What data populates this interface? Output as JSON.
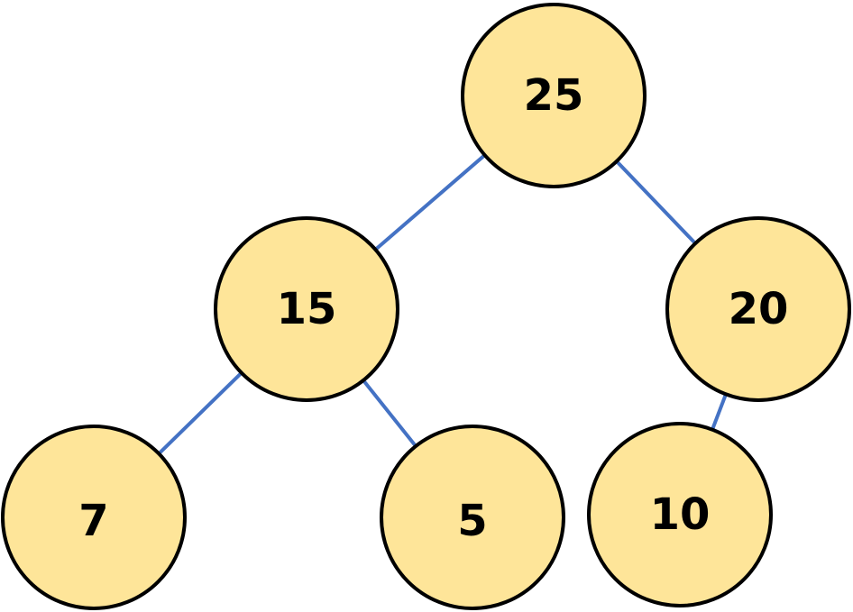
{
  "colors": {
    "node_fill": "#FEE599",
    "node_stroke": "#000000",
    "edge": "#4472C4"
  },
  "nodes": [
    {
      "id": "n25",
      "label": "25"
    },
    {
      "id": "n15",
      "label": "15"
    },
    {
      "id": "n20",
      "label": "20"
    },
    {
      "id": "n7",
      "label": "7"
    },
    {
      "id": "n5",
      "label": "5"
    },
    {
      "id": "n10",
      "label": "10"
    }
  ],
  "edges": [
    {
      "from": "n25",
      "to": "n15"
    },
    {
      "from": "n25",
      "to": "n20"
    },
    {
      "from": "n15",
      "to": "n7"
    },
    {
      "from": "n15",
      "to": "n5"
    },
    {
      "from": "n20",
      "to": "n10"
    }
  ]
}
